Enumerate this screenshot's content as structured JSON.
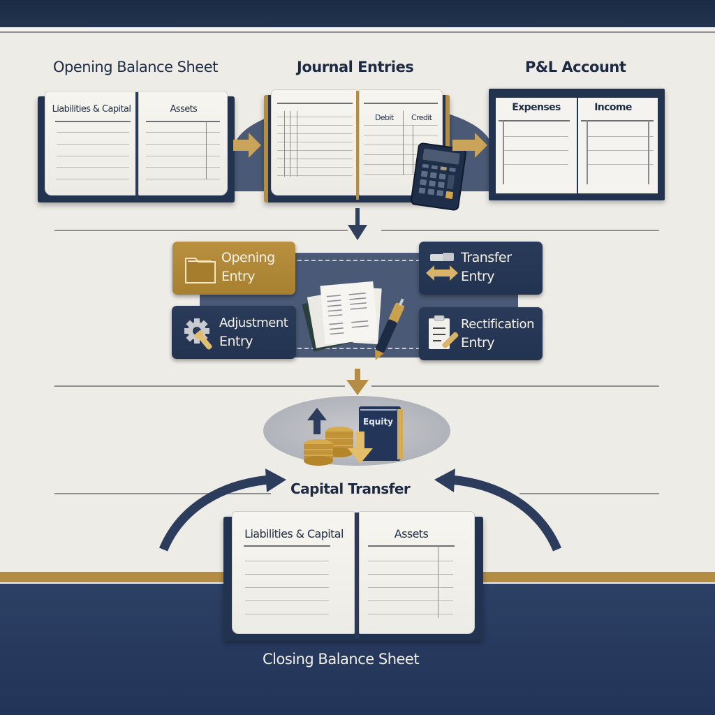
{
  "diagram": {
    "type": "accounting-flow",
    "colors": {
      "navy": "#22334f",
      "gold": "#b48d45",
      "background": "#eeece7",
      "band": "#4a5a76"
    }
  },
  "top_row": {
    "opening_balance_sheet": {
      "title": "Opening Balance Sheet",
      "left_page_header": "Liabilities & Capital",
      "right_page_header": "Assets"
    },
    "journal_entries": {
      "title": "Journal Entries",
      "col_debit": "Debit",
      "col_credit": "Credit",
      "icon": "calculator-icon"
    },
    "pl_account": {
      "title": "P&L Account",
      "left_header": "Expenses",
      "right_header": "Income"
    }
  },
  "entry_types": {
    "opening": {
      "line1": "Opening",
      "line2": "Entry",
      "icon": "folder-icon"
    },
    "transfer": {
      "line1": "Transfer",
      "line2": "Entry",
      "icon": "swap-arrows-icon"
    },
    "adjustment": {
      "line1": "Adjustment",
      "line2": "Entry",
      "icon": "gear-wrench-icon"
    },
    "rectification": {
      "line1": "Rectification",
      "line2": "Entry",
      "icon": "clipboard-pencil-icon"
    },
    "center_icon": "documents-pen-icon"
  },
  "capital": {
    "book_label": "Equity",
    "title": "Capital Transfer",
    "icons": [
      "arrow-up-icon",
      "coins-icon",
      "arrow-down-icon",
      "equity-book-icon"
    ]
  },
  "closing_balance_sheet": {
    "title": "Closing Balance Sheet",
    "left_page_header": "Liabilities & Capital",
    "right_page_header": "Assets"
  }
}
